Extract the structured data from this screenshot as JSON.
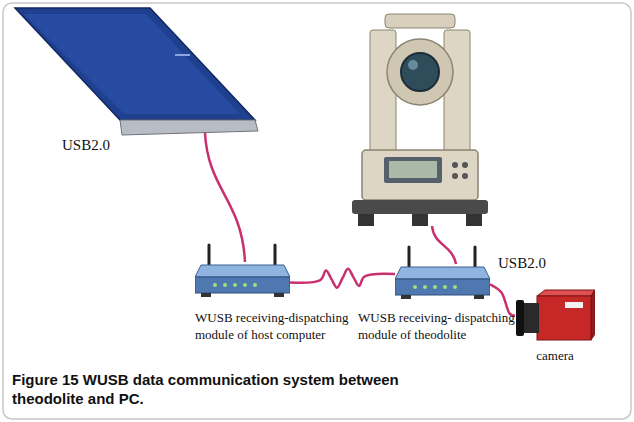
{
  "diagram": {
    "caption": "Figure 15 WUSB data communication system between theodolite and PC.",
    "nodes": [
      {
        "text": [
          "WUSB receiving-dispatching module of host computer"
        ]
      },
      {
        "text": [
          "WUSB receiving- dispatching module of theodolite"
        ]
      },
      {
        "text": [
          "camera"
        ]
      }
    ],
    "edges": [
      {
        "from": 0,
        "to": 1,
        "arrow": "none"
      },
      {
        "from": 1,
        "to": 2,
        "arrow": "none",
        "label": "USB2.0"
      }
    ],
    "labels": [
      "USB2.0"
    ]
  }
}
